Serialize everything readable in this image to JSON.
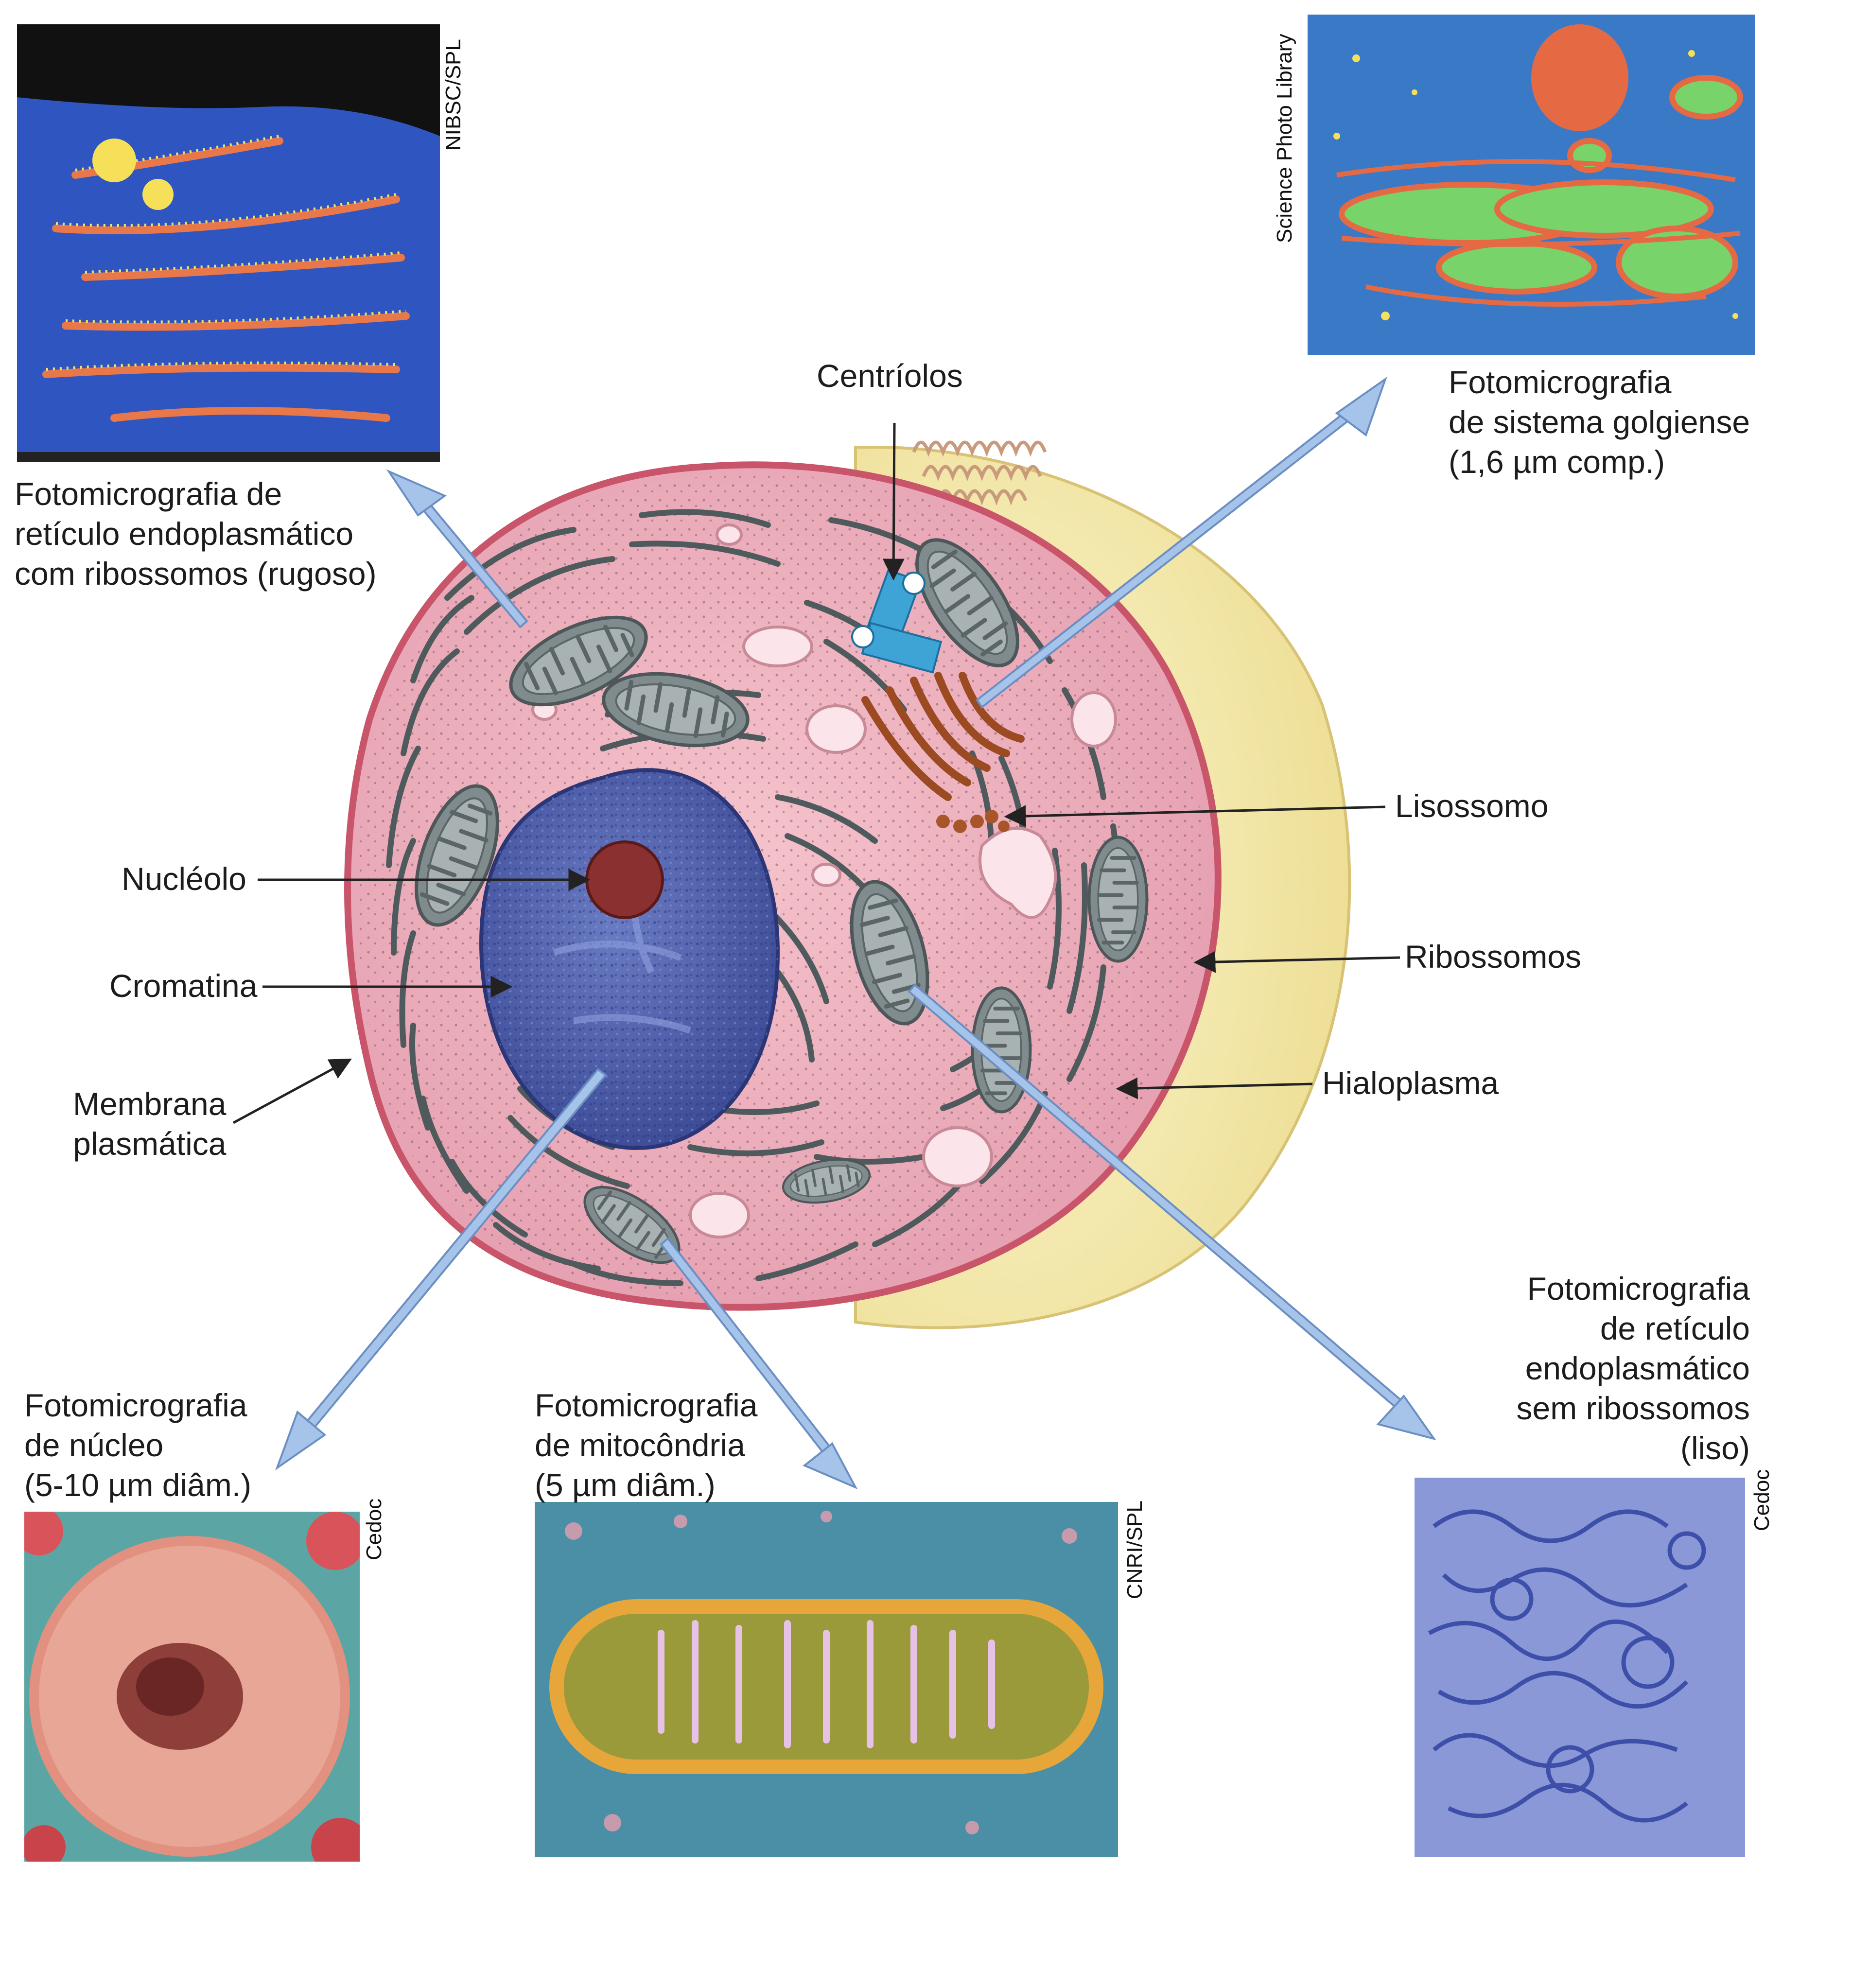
{
  "credits": {
    "rer": "NIBSC/SPL",
    "golgi": "Science Photo Library",
    "nucleus": "Cedoc",
    "mito": "CNRI/SPL",
    "ser": "Cedoc"
  },
  "captions": {
    "rer": [
      "Fotomicrografia de",
      "retículo endoplasmático",
      "com ribossomos (rugoso)"
    ],
    "golgi": [
      "Fotomicrografia",
      "de sistema golgiense",
      "(1,6 µm comp.)"
    ],
    "nucleus": [
      "Fotomicrografia",
      "de núcleo",
      "(5-10 µm diâm.)"
    ],
    "mito": [
      "Fotomicrografia",
      "de mitocôndria",
      "(5 µm diâm.)"
    ],
    "ser": [
      "Fotomicrografia",
      "de retículo",
      "endoplasmático",
      "sem ribossomos",
      "(liso)"
    ]
  },
  "labels": {
    "centriolos": "Centríolos",
    "lisossomo": "Lisossomo",
    "ribossomos": "Ribossomos",
    "hialoplasma": "Hialoplasma",
    "nucleolo": "Nucléolo",
    "cromatina": "Cromatina",
    "membrana": [
      "Membrana",
      "plasmática"
    ]
  },
  "colors": {
    "cytoplasm": "#eeb0bd",
    "membrane": "#c9556a",
    "nucleus": "#4d5fae",
    "nucleolus": "#8a3030",
    "mitochondria": "#7f8b8d",
    "golgi": "#9b4a22",
    "centriole": "#3ea4d6",
    "wall_yellow": "#f1e7a4",
    "arrow_blue": "#a6c3ea"
  }
}
